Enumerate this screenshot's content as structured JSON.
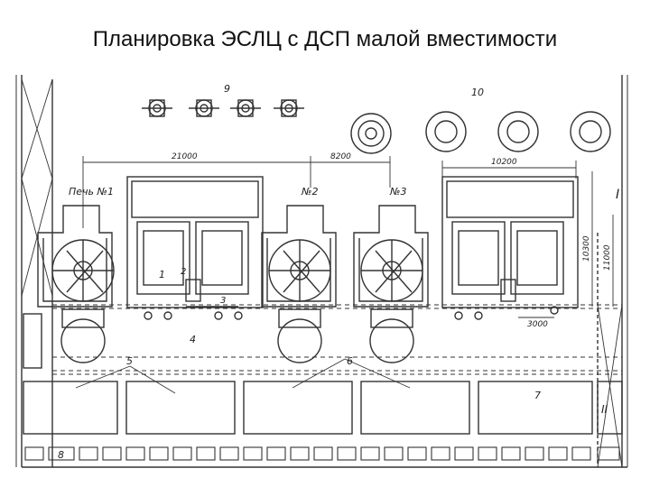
{
  "title": "Планировка ЭСЛЦ с ДСП малой вместимости",
  "drawing": {
    "labels": {
      "furnace1": "Печь №1",
      "furnace2": "№2",
      "furnace3": "№3",
      "n1": "1",
      "n2": "2",
      "n3": "3",
      "n4": "4",
      "n5": "5",
      "n6": "6",
      "n7": "7",
      "n8": "8",
      "n9": "9",
      "n10": "10",
      "roman1": "I",
      "roman2": "II"
    },
    "dimensions": {
      "d21000": "21000",
      "d8200": "8200",
      "d10200": "10200",
      "d10300": "10300",
      "d11000": "11000",
      "d3000": "3000"
    }
  }
}
